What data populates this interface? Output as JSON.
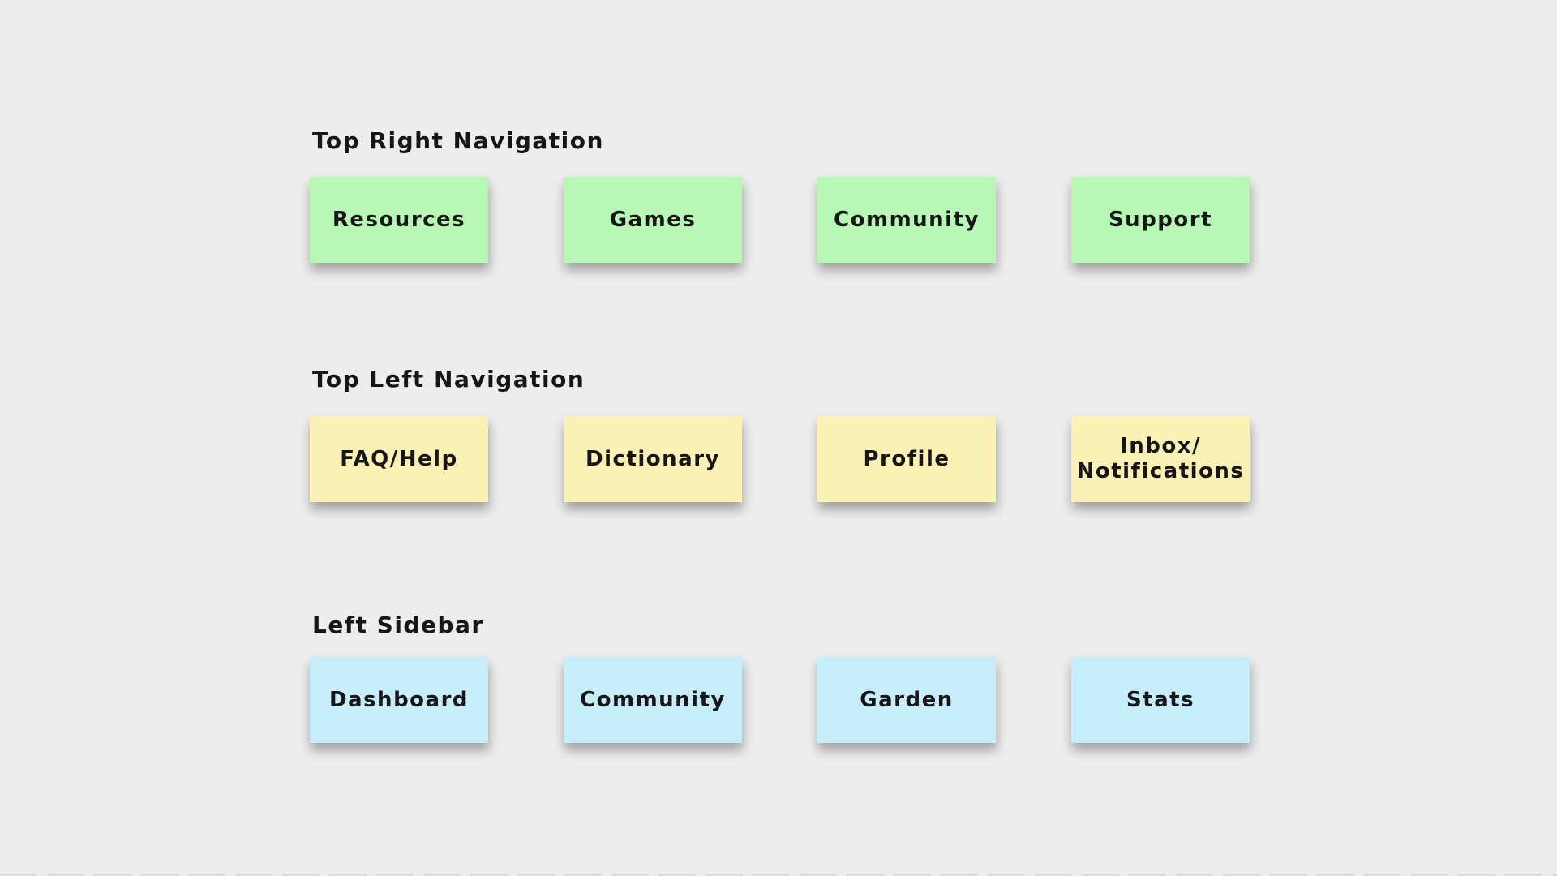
{
  "canvas": {
    "background_color": "#ededed",
    "text_color": "#161616",
    "boundary_dash_color": "#dbdbdb"
  },
  "sections": [
    {
      "label": "Top Right Navigation",
      "note_color": "#b8f8b5",
      "cards": [
        {
          "label": "Resources"
        },
        {
          "label": "Games"
        },
        {
          "label": "Community"
        },
        {
          "label": "Support"
        }
      ]
    },
    {
      "label": "Top Left Navigation",
      "note_color": "#fbf1b5",
      "cards": [
        {
          "label": "FAQ/Help"
        },
        {
          "label": "Dictionary"
        },
        {
          "label": "Profile"
        },
        {
          "label": "Inbox/\nNotifications"
        }
      ]
    },
    {
      "label": "Left Sidebar",
      "note_color": "#c8edfa",
      "cards": [
        {
          "label": "Dashboard"
        },
        {
          "label": "Community"
        },
        {
          "label": "Garden"
        },
        {
          "label": "Stats"
        }
      ]
    }
  ]
}
